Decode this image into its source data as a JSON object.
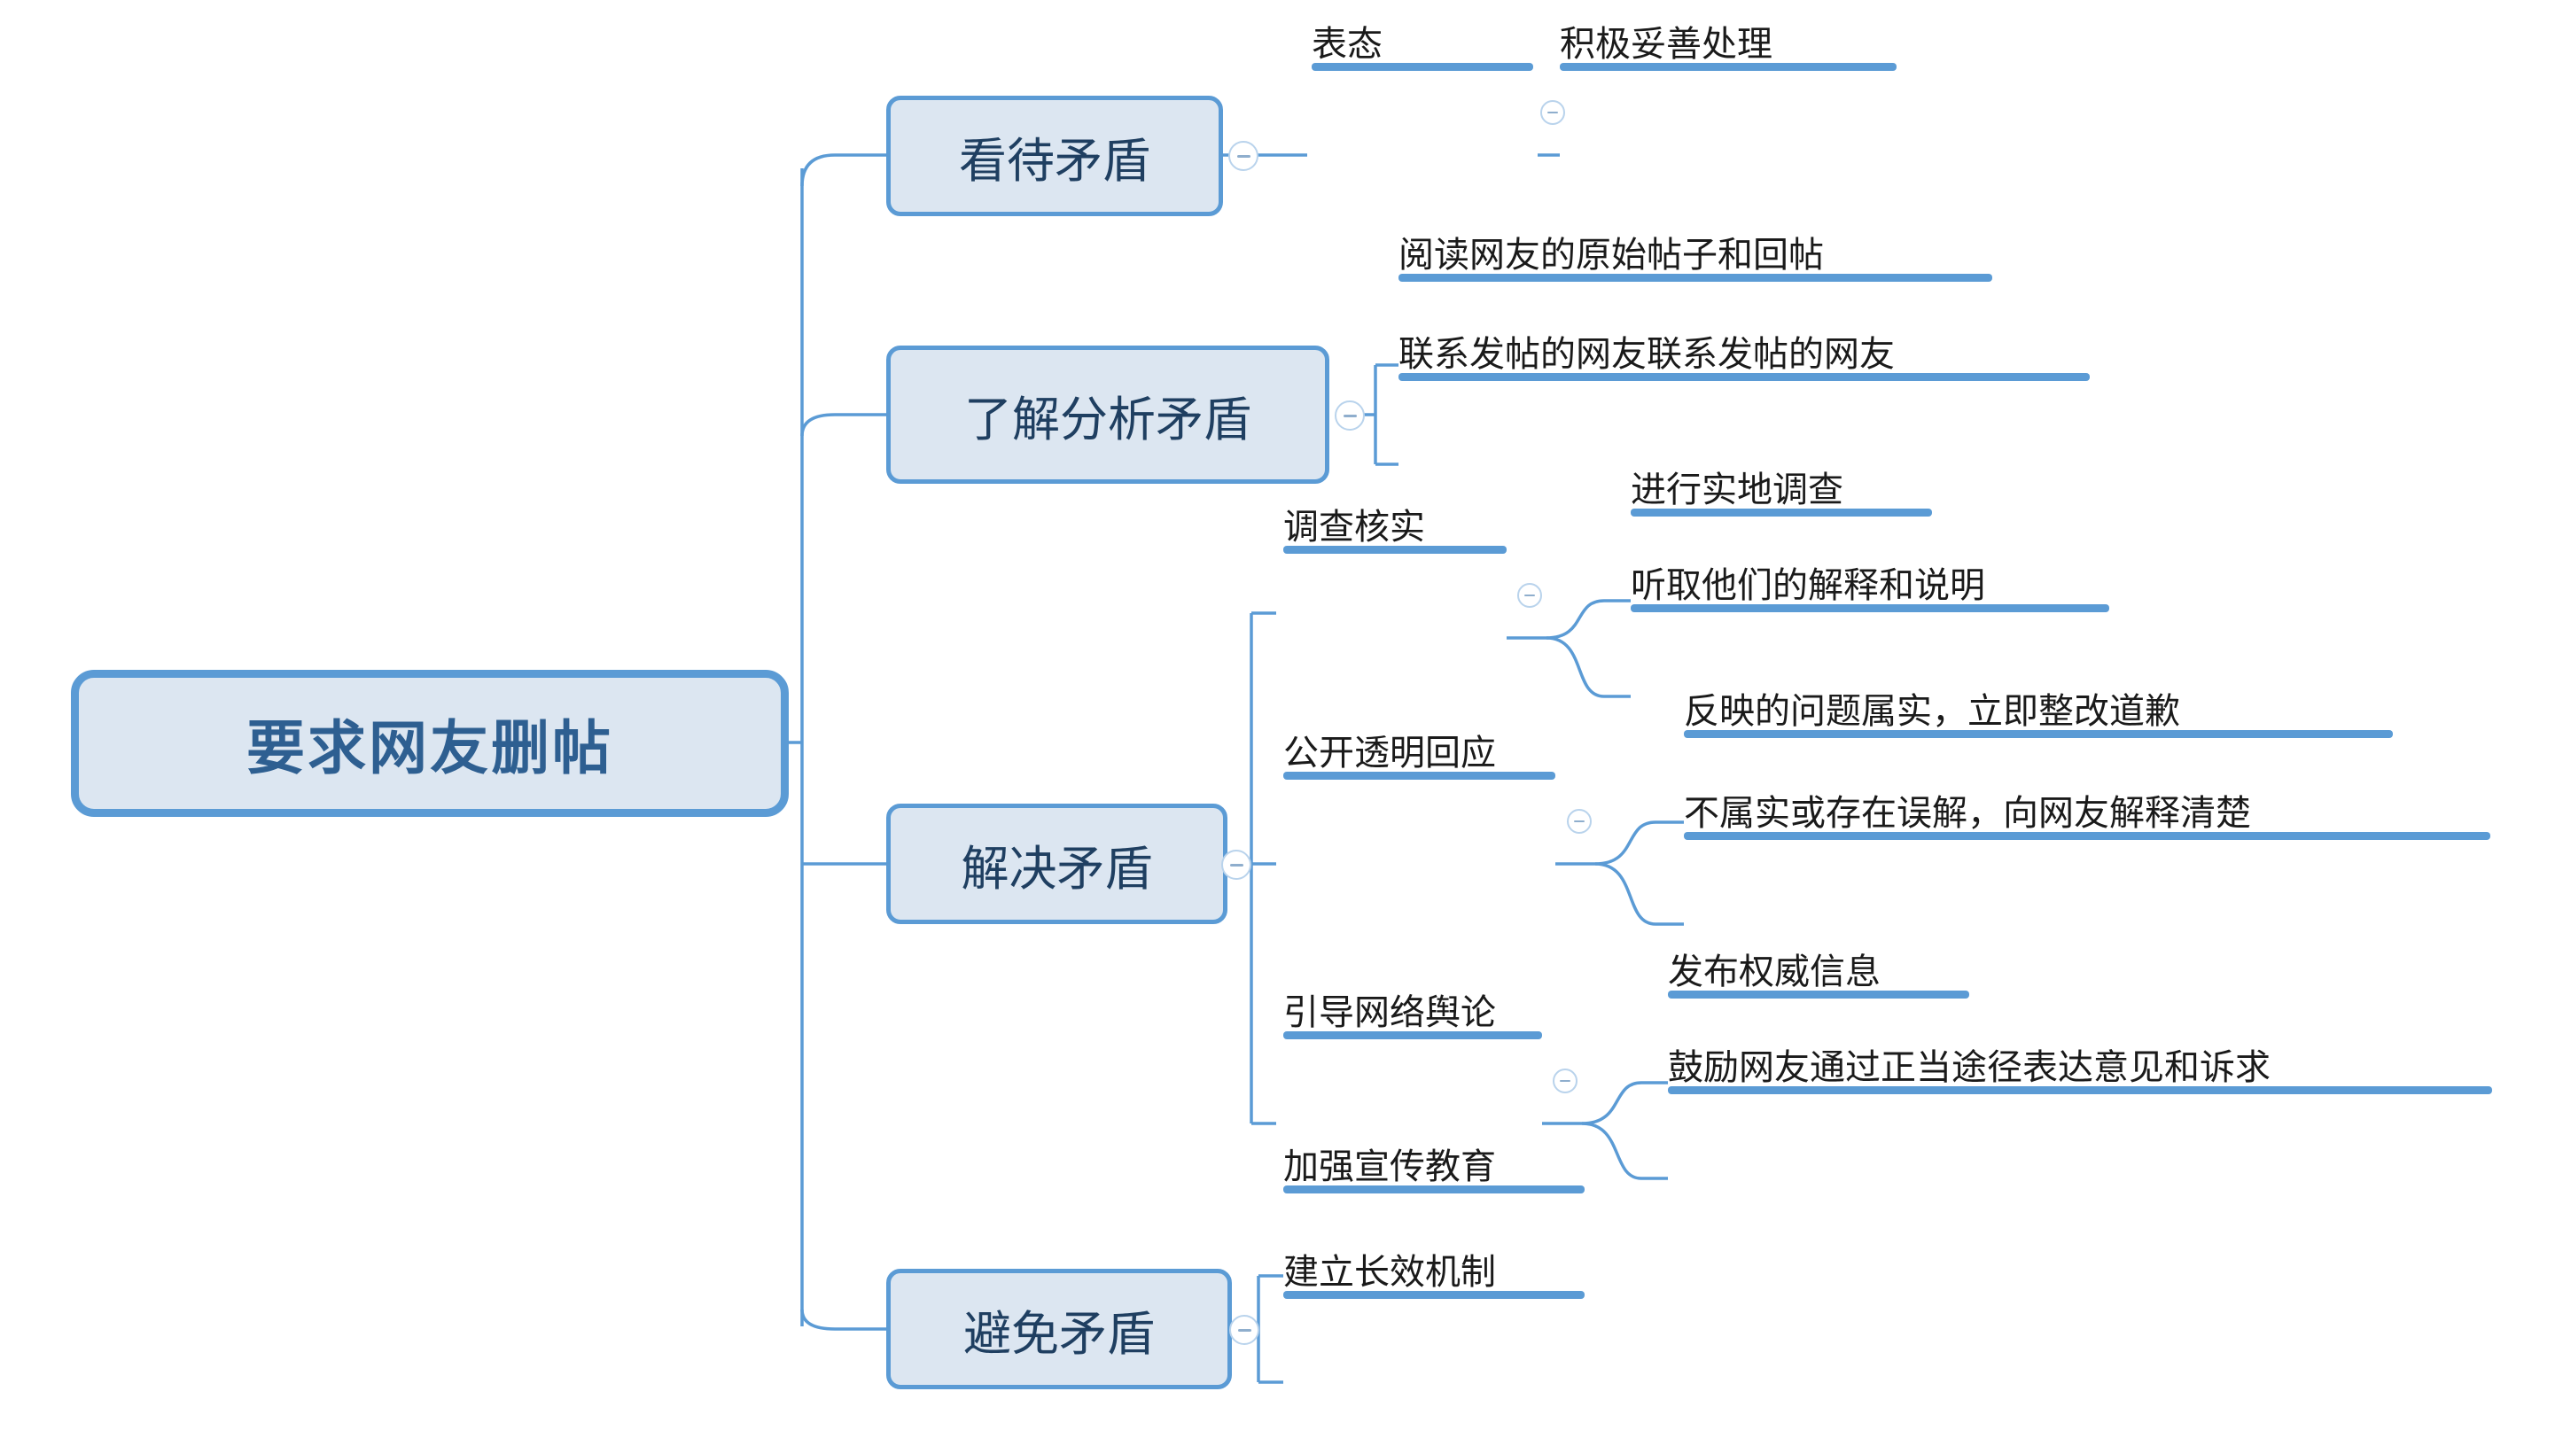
{
  "diagram": {
    "type": "mind-map",
    "direction": "left-to-right",
    "background_color": "#ffffff",
    "accent_color": "#5b9bd5",
    "node_fill_color": "#dce6f1",
    "root_text_color": "#2e5f91",
    "leaf_text_color": "#1a1a1a"
  },
  "root": {
    "label": "要求网友删帖"
  },
  "branches": [
    {
      "id": "b1",
      "label": "看待矛盾",
      "style": "box",
      "children": [
        {
          "id": "b1c1",
          "label": "表态",
          "style": "bar",
          "children": [
            {
              "id": "b1c1g1",
              "label": "积极妥善处理",
              "style": "bar",
              "children": []
            }
          ]
        }
      ]
    },
    {
      "id": "b2",
      "label": "了解分析矛盾",
      "style": "box",
      "children": [
        {
          "id": "b2c1",
          "label": "阅读网友的原始帖子和回帖",
          "style": "bar",
          "children": []
        },
        {
          "id": "b2c2",
          "label": "联系发帖的网友联系发帖的网友",
          "style": "bar",
          "children": []
        }
      ]
    },
    {
      "id": "b3",
      "label": "解决矛盾",
      "style": "box",
      "children": [
        {
          "id": "b3c1",
          "label": "调查核实",
          "style": "bar",
          "children": [
            {
              "id": "b3c1g1",
              "label": "进行实地调查",
              "style": "bar",
              "children": []
            },
            {
              "id": "b3c1g2",
              "label": "听取他们的解释和说明",
              "style": "bar",
              "children": []
            }
          ]
        },
        {
          "id": "b3c2",
          "label": "公开透明回应",
          "style": "bar",
          "children": [
            {
              "id": "b3c2g1",
              "label": "反映的问题属实，立即整改道歉",
              "style": "bar",
              "children": []
            },
            {
              "id": "b3c2g2",
              "label": "不属实或存在误解，向网友解释清楚",
              "style": "bar",
              "children": []
            }
          ]
        },
        {
          "id": "b3c3",
          "label": "引导网络舆论",
          "style": "bar",
          "children": [
            {
              "id": "b3c3g1",
              "label": "发布权威信息",
              "style": "bar",
              "children": []
            },
            {
              "id": "b3c3g2",
              "label": "鼓励网友通过正当途径表达意见和诉求",
              "style": "bar",
              "children": []
            }
          ]
        }
      ]
    },
    {
      "id": "b4",
      "label": "避免矛盾",
      "style": "box",
      "children": [
        {
          "id": "b4c1",
          "label": "加强宣传教育",
          "style": "bar",
          "children": []
        },
        {
          "id": "b4c2",
          "label": "建立长效机制",
          "style": "bar",
          "children": []
        }
      ]
    }
  ],
  "toggles": [
    {
      "id": "t-b1",
      "state": "expanded",
      "icon": "minus-circle-icon"
    },
    {
      "id": "t-b1c1",
      "state": "expanded",
      "icon": "minus-circle-icon"
    },
    {
      "id": "t-b2",
      "state": "expanded",
      "icon": "minus-circle-icon"
    },
    {
      "id": "t-b3",
      "state": "expanded",
      "icon": "minus-circle-icon"
    },
    {
      "id": "t-b3c1",
      "state": "expanded",
      "icon": "minus-circle-icon"
    },
    {
      "id": "t-b3c2",
      "state": "expanded",
      "icon": "minus-circle-icon"
    },
    {
      "id": "t-b3c3",
      "state": "expanded",
      "icon": "minus-circle-icon"
    },
    {
      "id": "t-b4",
      "state": "expanded",
      "icon": "minus-circle-icon"
    }
  ]
}
